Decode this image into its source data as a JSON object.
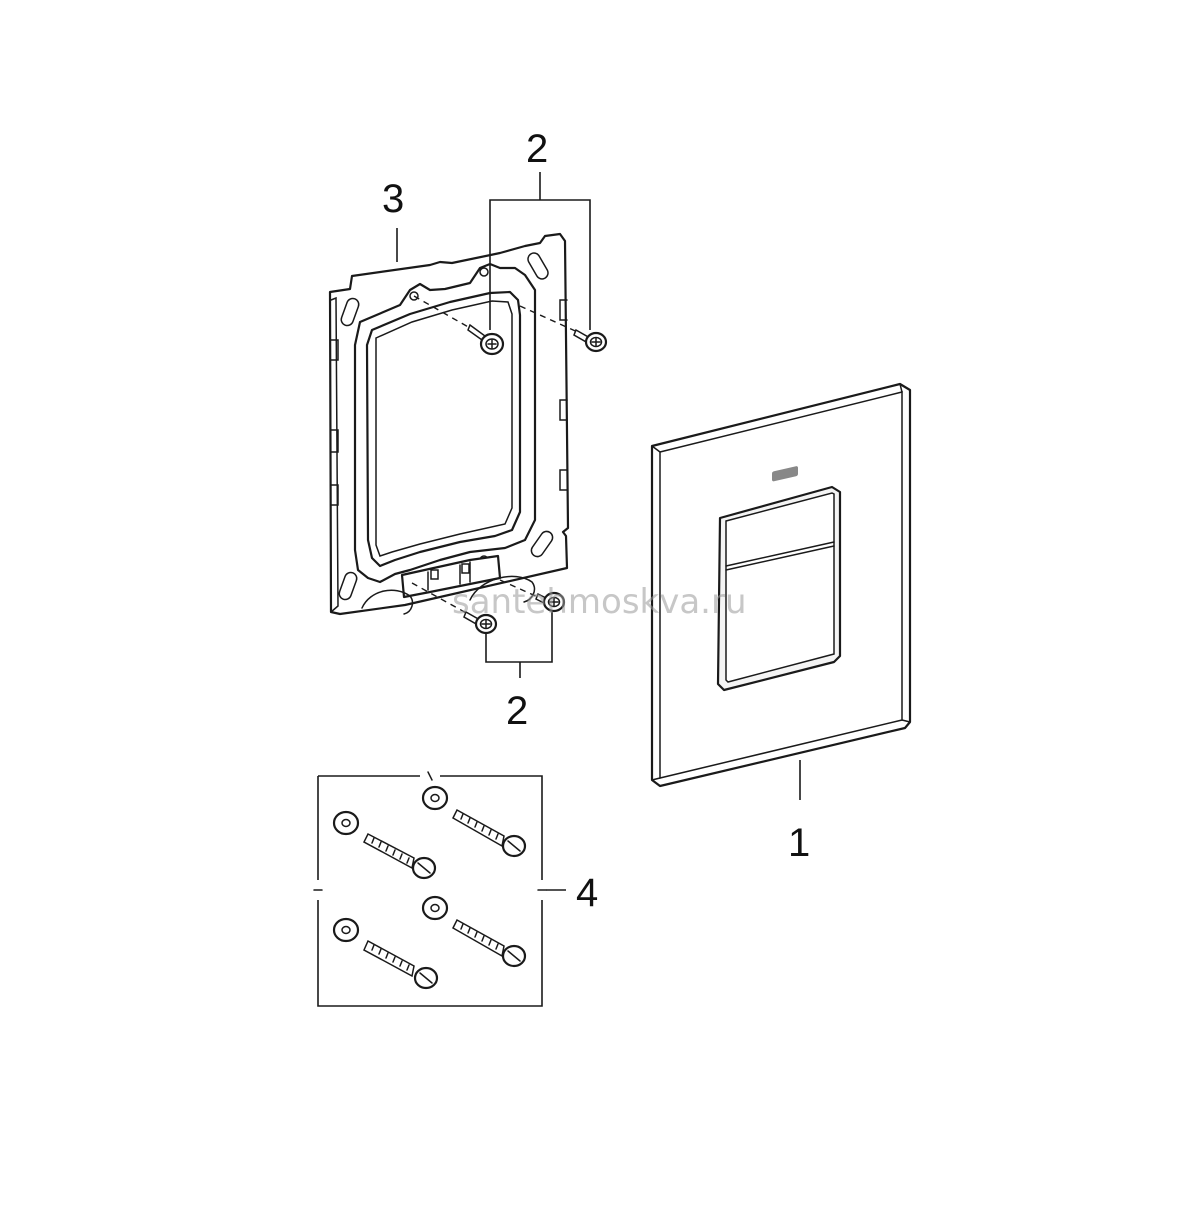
{
  "callouts": {
    "plate": "1",
    "screws_top": "2",
    "screws_bottom": "2",
    "frame": "3",
    "fixing_set": "4"
  },
  "watermark": "santehmoskva.ru"
}
